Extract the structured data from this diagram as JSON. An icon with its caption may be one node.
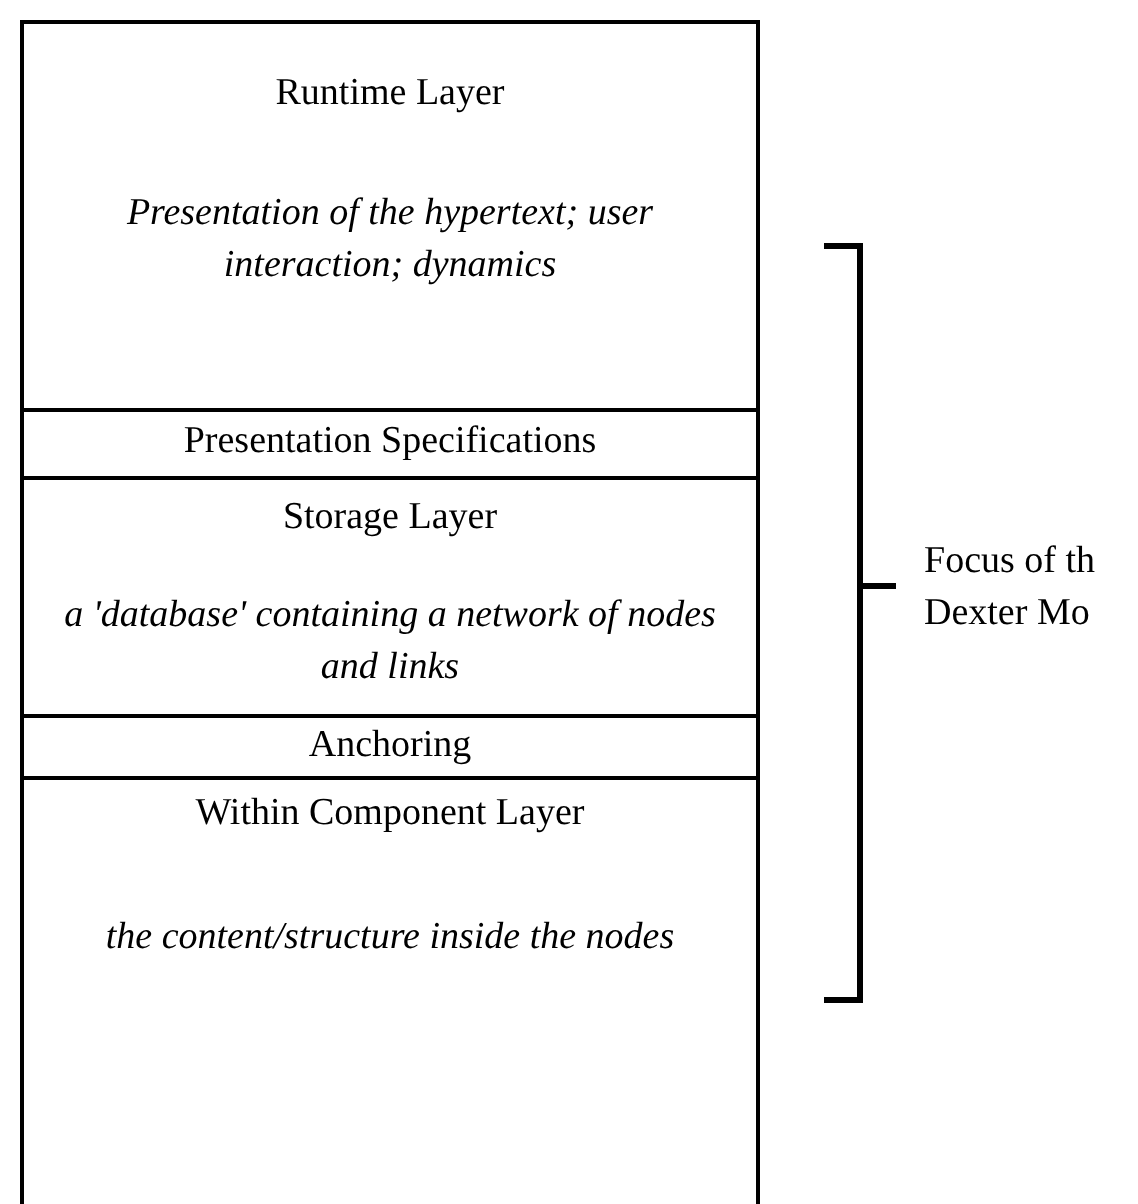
{
  "diagram": {
    "nodes": [
      {
        "text": [
          "Runtime Layer",
          "Presentation of the hypertext; user interaction; dynamics"
        ]
      },
      {
        "text": [
          "Presentation Specifications"
        ]
      },
      {
        "text": [
          "Storage Layer",
          "a 'database' containing a network of nodes and links"
        ]
      },
      {
        "text": [
          "Anchoring"
        ]
      },
      {
        "text": [
          "Within Component Layer",
          "the content/structure inside the nodes"
        ]
      }
    ],
    "labels": [
      "Focus of th Dexter Mo"
    ]
  }
}
